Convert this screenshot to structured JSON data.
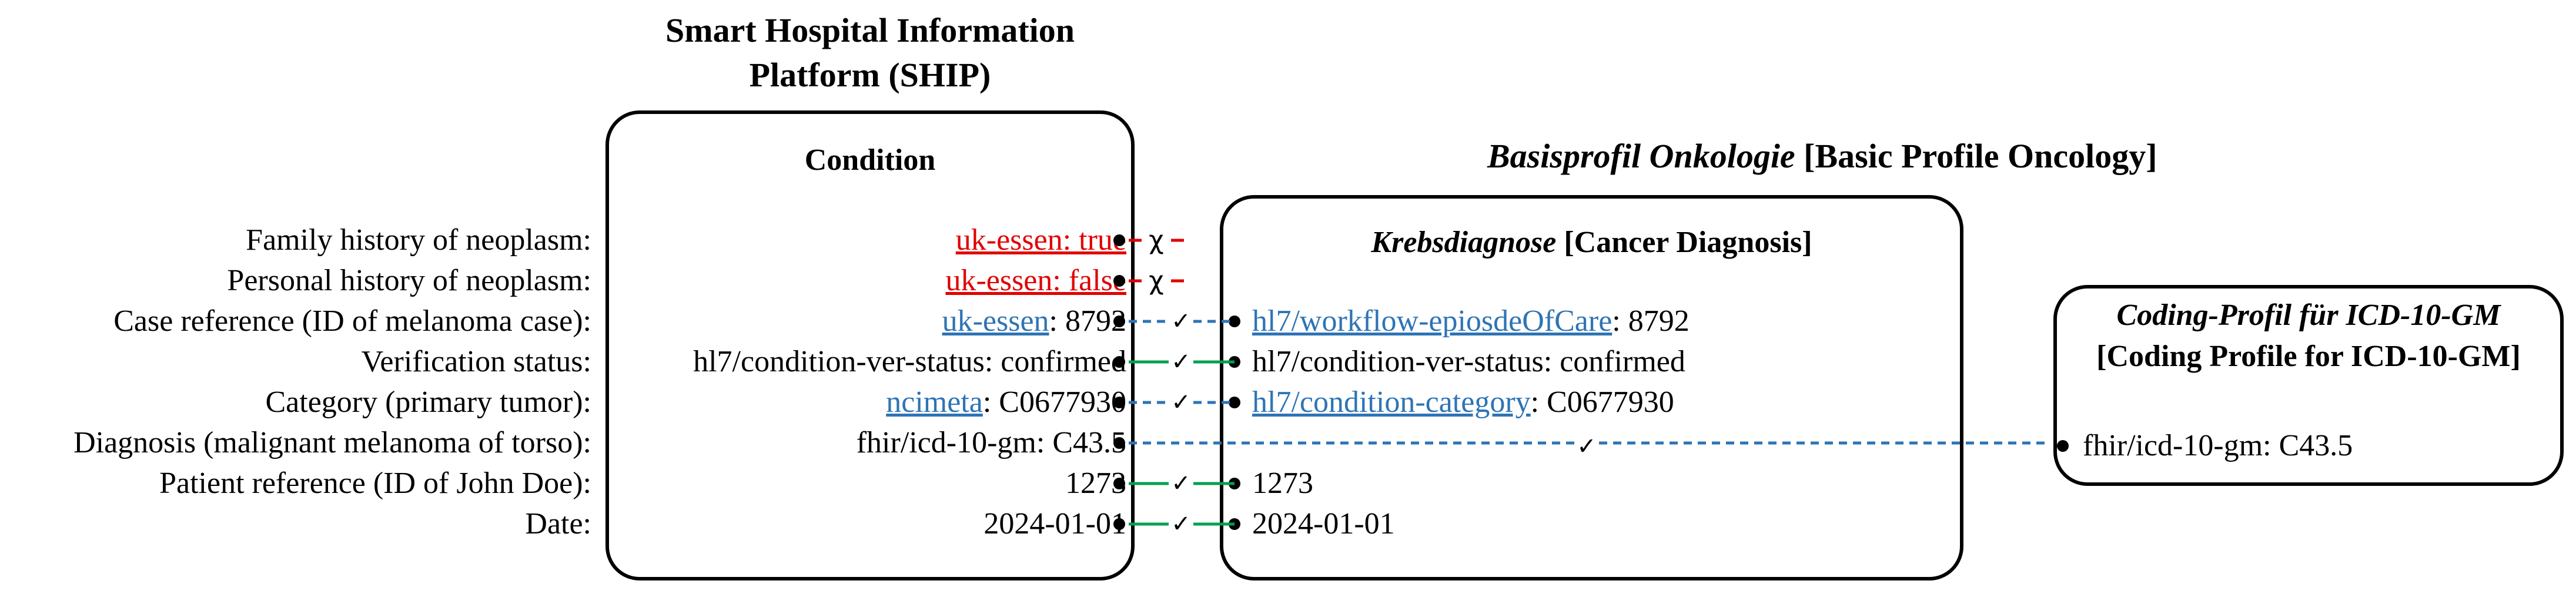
{
  "titles": {
    "ship_line1": "Smart Hospital Information",
    "ship_line2": "Platform (SHIP)",
    "basis_italic": "Basisprofil Onkologie",
    "basis_plain": " [Basic Profile Oncology]"
  },
  "boxes": {
    "condition_title": "Condition",
    "krebs_title_italic": "Krebsdiagnose",
    "krebs_title_plain": " [Cancer Diagnosis]",
    "coding_title_italic": "Coding-Profil für ICD-10-GM",
    "coding_title_plain": "[Coding Profile for ICD-10-GM]"
  },
  "rows": [
    {
      "label": "Family history of neoplasm:",
      "left_link": "uk-essen: true",
      "left_rest": "",
      "left_link_color": "red",
      "right_link": "",
      "right_rest": "",
      "mark": "χ",
      "line_color": "red",
      "line_style": "solid"
    },
    {
      "label": "Personal history of neoplasm:",
      "left_link": "uk-essen: false",
      "left_rest": "",
      "left_link_color": "red",
      "right_link": "",
      "right_rest": "",
      "mark": "χ",
      "line_color": "red",
      "line_style": "solid"
    },
    {
      "label": "Case reference (ID of melanoma case):",
      "left_link": "uk-essen",
      "left_rest": ": 8792",
      "left_link_color": "blue",
      "right_link": "hl7/workflow-epiosdeOfCare",
      "right_rest": ": 8792",
      "mark": "✓",
      "line_color": "blue",
      "line_style": "dashed"
    },
    {
      "label": "Verification status:",
      "left_link": "",
      "left_rest": "hl7/condition-ver-status: confirmed",
      "left_link_color": "",
      "right_link": "",
      "right_rest": "hl7/condition-ver-status: confirmed",
      "mark": "✓",
      "line_color": "green",
      "line_style": "solid"
    },
    {
      "label": "Category (primary tumor):",
      "left_link": "ncimeta",
      "left_rest": ": C0677930",
      "left_link_color": "blue",
      "right_link": "hl7/condition-category",
      "right_rest": ": C0677930",
      "mark": "✓",
      "line_color": "blue",
      "line_style": "dashed"
    },
    {
      "label": "Diagnosis (malignant melanoma of torso):",
      "left_link": "",
      "left_rest": "fhir/icd-10-gm: C43.5",
      "left_link_color": "",
      "right_link": "",
      "right_rest": "",
      "mark": "✓",
      "line_color": "blue",
      "line_style": "dashed",
      "target": "coding"
    },
    {
      "label": "Patient reference (ID of John Doe):",
      "left_link": "",
      "left_rest": "1273",
      "left_link_color": "",
      "right_link": "",
      "right_rest": "1273",
      "mark": "✓",
      "line_color": "green",
      "line_style": "solid"
    },
    {
      "label": "Date:",
      "left_link": "",
      "left_rest": "2024-01-01",
      "left_link_color": "",
      "right_link": "",
      "right_rest": "2024-01-01",
      "mark": "✓",
      "line_color": "green",
      "line_style": "solid"
    }
  ],
  "coding_value": "fhir/icd-10-gm: C43.5",
  "colors": {
    "red": "#e00000",
    "green": "#00a050",
    "blue": "#2e74b5"
  }
}
